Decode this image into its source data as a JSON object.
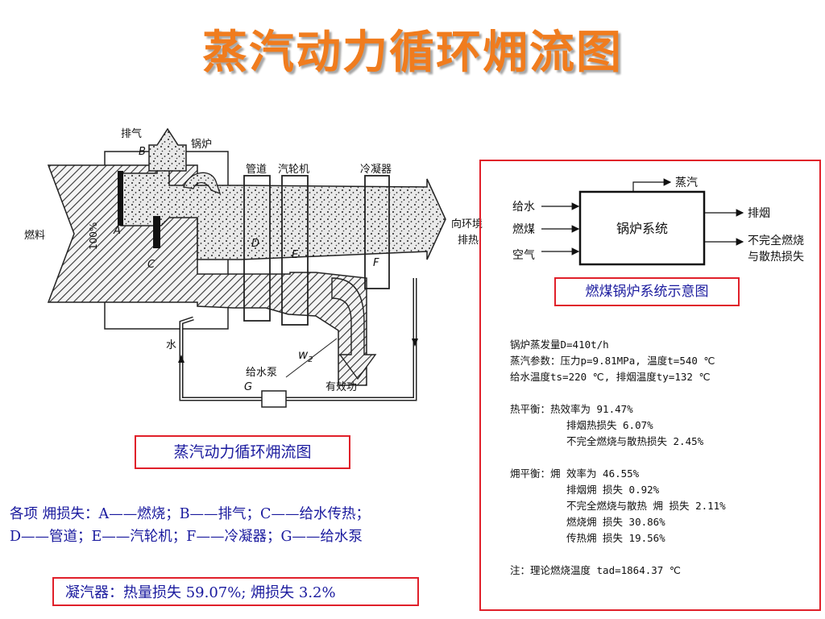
{
  "title": "蒸汽动力循环㶲流图",
  "diagram": {
    "labels": {
      "exhaust": "排气",
      "b": "B",
      "boiler": "锅炉",
      "pipe": "管道",
      "turbine": "汽轮机",
      "condenser": "冷凝器",
      "fuel": "燃料",
      "hundred": "100%",
      "a": "A",
      "c": "C",
      "d": "D",
      "e": "E",
      "f": "F",
      "to_env_1": "向环境",
      "to_env_2": "排热",
      "water": "水",
      "pump": "给水泵",
      "g": "G",
      "w": "w",
      "w_sub": "2",
      "useful_work": "有效功"
    }
  },
  "caption_main": "蒸汽动力循环㶲流图",
  "losses": {
    "line1": "各项 㶲损失：A——燃烧；B——排气；C——给水传热；",
    "line2": "D——管道；E——汽轮机；F——冷凝器；G——给水泵"
  },
  "condenser_box": "凝汽器：热量损失 59.07%;   㶲损失 3.2%",
  "boiler_schematic": {
    "system": "锅炉系统",
    "inputs": [
      "给水",
      "燃煤",
      "空气"
    ],
    "steam": "蒸汽",
    "outputs": [
      "排烟",
      "不完全燃烧",
      "与散热损失"
    ],
    "caption": "燃煤锅炉系统示意图"
  },
  "params": {
    "p1": "锅炉蒸发量D=410t/h",
    "p2": "蒸汽参数：压力p=9.81MPa, 温度t=540 ℃",
    "p3": "给水温度ts=220 ℃, 排烟温度ty=132 ℃",
    "heat_label": "热平衡：热效率为 91.47%",
    "heat1": "排烟热损失 6.07%",
    "heat2": "不完全燃烧与散热损失 2.45%",
    "ex_label": "㶲平衡：㶲 效率为 46.55%",
    "ex1": "排烟㶲 损失 0.92%",
    "ex2": "不完全燃烧与散热 㶲 损失 2.11%",
    "ex3": "燃烧㶲 损失 30.86%",
    "ex4": "传热㶲 损失 19.56%",
    "note": "注：理论燃烧温度 tad=1864.37 ℃"
  }
}
